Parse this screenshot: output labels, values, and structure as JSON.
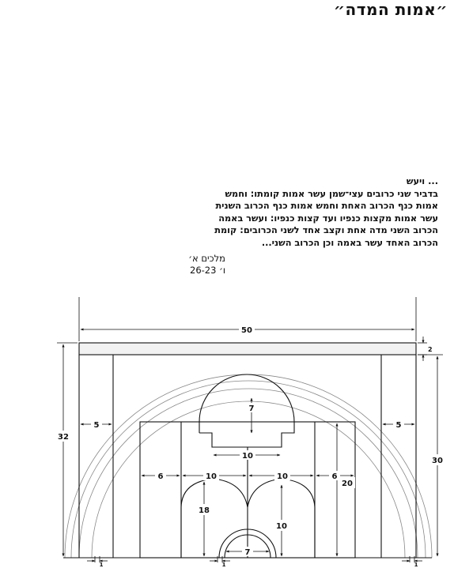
{
  "title": "״אמות המדה״",
  "quote": {
    "lines": [
      "... ויעש",
      "בדביר שני כרובים עצי־שמן עשר אמות קומתו: וחמש",
      "אמות כנף הכרוב האחת וחמש אמות כנף הכרוב השנית",
      "עשר אמות מקצות כנפיו ועד קצות כנפיו: ועשר באמה",
      "הכרוב השני מדה אחת וקצב אחד לשני הכרובים: קומת",
      "הכרוב האחד עשר באמה וכן הכרוב השני..."
    ]
  },
  "source": {
    "book": "מלכים א׳",
    "verses": "ו׳ 26-23"
  },
  "dimensions": {
    "total_width": "50",
    "beam_height": "2",
    "left_height": "32",
    "right_height": "30",
    "left_wall": "5",
    "right_wall": "5",
    "top_dome": "7",
    "center_span": "10",
    "left_side": "6",
    "right_side": "6",
    "inner_left": "10",
    "inner_right": "10",
    "right_inner_height": "20",
    "left_inner_height": "18",
    "center_inner_height": "10",
    "bottom_arch": "7",
    "small_left": "1",
    "small_center": "1",
    "small_right": "1"
  }
}
